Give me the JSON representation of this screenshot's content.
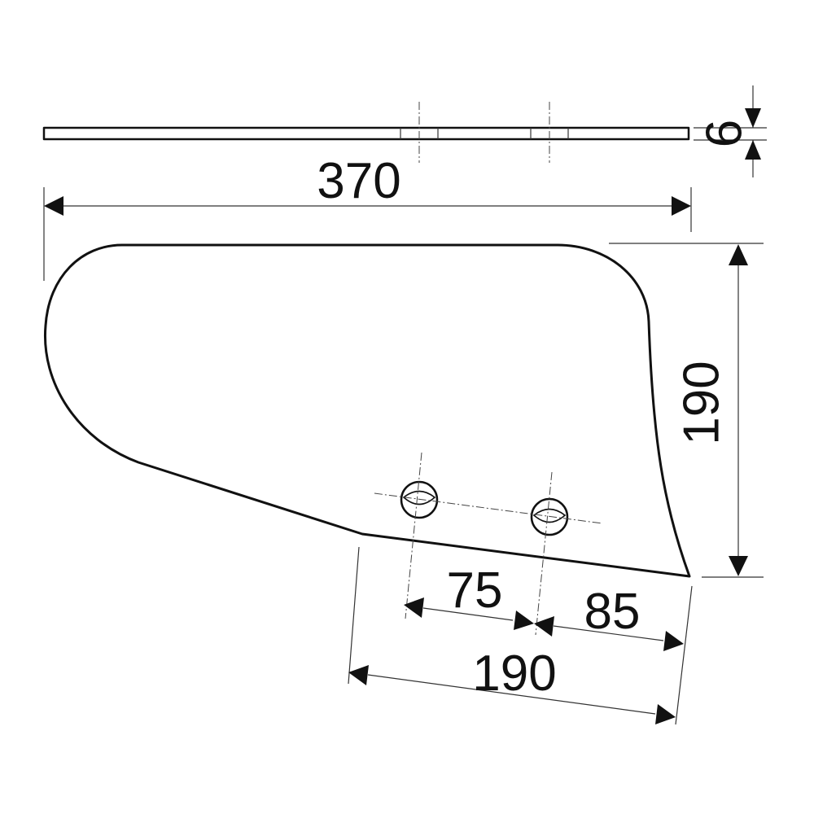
{
  "dimensions": {
    "overall_length": "370",
    "thickness": "6",
    "height": "190",
    "hole_spacing": "75",
    "hole_to_tip": "85",
    "base_length": "190"
  },
  "colors": {
    "line": "#111111",
    "background": "#ffffff"
  }
}
